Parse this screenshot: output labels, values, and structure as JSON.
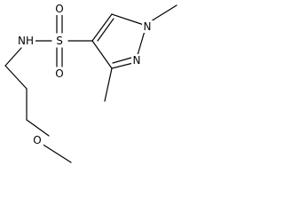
{
  "molecule": {
    "atoms": {
      "sulfur": "S",
      "oxygen_top": "O",
      "oxygen_bottom": "O",
      "nh": "NH",
      "n1": "N",
      "n2": "N",
      "ether_oxygen": "O"
    }
  },
  "colors": {
    "bond": "#000000",
    "background": "#ffffff"
  }
}
